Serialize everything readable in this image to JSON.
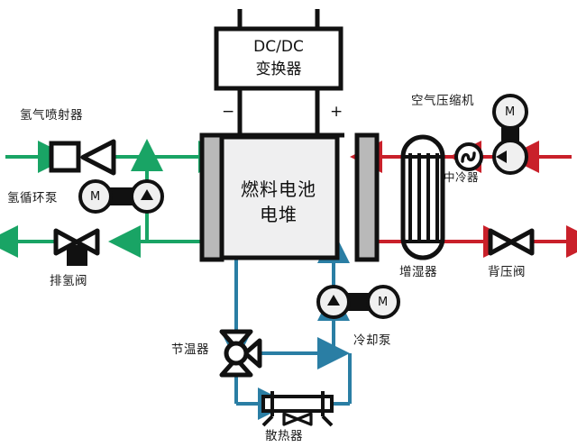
{
  "diagram": {
    "title_central": "燃料电池电堆",
    "converter": {
      "line1": "DC/DC",
      "line2": "变换器",
      "terminal_negative": "−",
      "terminal_positive": "+"
    },
    "stack": {
      "line1": "燃料电池",
      "line2": "电堆"
    },
    "components": [
      {
        "id": "hydrogen-injector",
        "label": "氢气喷射器",
        "icon": "injector-icon",
        "circuit": "hydrogen"
      },
      {
        "id": "hydrogen-circulation-pump",
        "label": "氢循环泵",
        "icon": "pump-motor-icon",
        "circuit": "hydrogen",
        "motor_letter": "M"
      },
      {
        "id": "hydrogen-purge-valve",
        "label": "排氢阀",
        "icon": "solenoid-valve-icon",
        "circuit": "hydrogen"
      },
      {
        "id": "air-compressor",
        "label": "空气压缩机",
        "icon": "compressor-motor-icon",
        "circuit": "air",
        "motor_letter": "M"
      },
      {
        "id": "intercooler",
        "label": "中冷器",
        "icon": "heat-exchanger-icon",
        "circuit": "air"
      },
      {
        "id": "humidifier",
        "label": "增湿器",
        "icon": "humidifier-icon",
        "circuit": "air"
      },
      {
        "id": "back-pressure-valve",
        "label": "背压阀",
        "icon": "butterfly-valve-icon",
        "circuit": "air"
      },
      {
        "id": "thermostat",
        "label": "节温器",
        "icon": "three-way-valve-icon",
        "circuit": "coolant"
      },
      {
        "id": "radiator",
        "label": "散热器",
        "icon": "radiator-fan-icon",
        "circuit": "coolant"
      },
      {
        "id": "coolant-pump",
        "label": "冷却泵",
        "icon": "pump-motor-icon",
        "circuit": "coolant",
        "motor_letter": "M"
      }
    ],
    "colors": {
      "hydrogen_line": "#19a465",
      "air_line": "#c9202a",
      "coolant_line": "#2a7ea4",
      "outline": "#111111",
      "stack_fill": "#efeff0",
      "endplate_fill": "#b9b9b9",
      "background": "#ffffff"
    }
  }
}
